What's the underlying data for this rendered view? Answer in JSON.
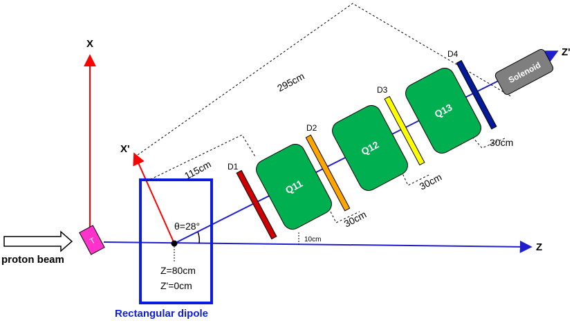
{
  "beam": {
    "label": "proton beam"
  },
  "target": {
    "label": "T",
    "color": "#ff33cc"
  },
  "axes": {
    "x": "X",
    "z": "Z",
    "x_prime": "X'",
    "z_prime": "Z'",
    "lab_color": "#ff0000",
    "beam_color": "#1f1fcc"
  },
  "dipole": {
    "label": "Rectangular dipole",
    "angle_label": "θ=28°",
    "z_label": "Z=80cm",
    "zprime_label": "Z'=0cm",
    "color": "#0b1be0"
  },
  "dimensions": {
    "total": "295cm",
    "first_drift": "115cm",
    "gap_small": "10cm",
    "gap_d1_q11": "30cm",
    "gap_d2_q12": "30cm",
    "gap_d3_q13": "30cm",
    "gap_d4": "30cm"
  },
  "quadrupoles": [
    {
      "name": "Q11",
      "color": "#00b050"
    },
    {
      "name": "Q12",
      "color": "#00b050"
    },
    {
      "name": "Q13",
      "color": "#00b050"
    }
  ],
  "detectors": [
    {
      "name": "D1",
      "color": "#cc0000"
    },
    {
      "name": "D2",
      "color": "#ffa500"
    },
    {
      "name": "D3",
      "color": "#ffff00"
    },
    {
      "name": "D4",
      "color": "#001a99"
    }
  ],
  "solenoid": {
    "label": "Solenoid",
    "color": "#7f7f7f"
  }
}
